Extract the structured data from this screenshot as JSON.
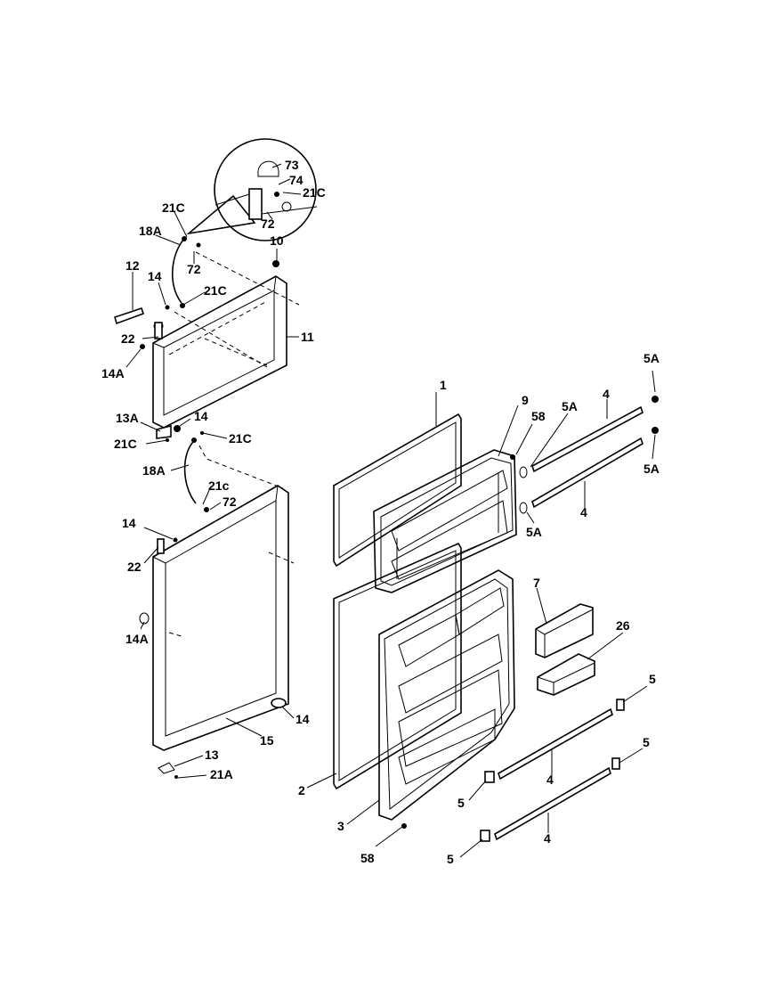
{
  "callouts": {
    "p73": "73",
    "p74": "74",
    "p21c_a": "21C",
    "p72_a": "72",
    "p21c_b": "21C",
    "p18a_a": "18A",
    "p72_b": "72",
    "p10": "10",
    "p12": "12",
    "p14_a": "14",
    "p21c_c": "21C",
    "p22_a": "22",
    "p11": "11",
    "p14a_a": "14A",
    "p13a": "13A",
    "p14_b": "14",
    "p21c_d": "21C",
    "p21c_e": "21C",
    "p18a_b": "18A",
    "p21c_lower": "21c",
    "p72_c": "72",
    "p14_c": "14",
    "p22_b": "22",
    "p14a_b": "14A",
    "p14_d": "14",
    "p15": "15",
    "p13": "13",
    "p21a": "21A",
    "p1": "1",
    "p9": "9",
    "p58_a": "58",
    "p5a_a": "5A",
    "p4_a": "4",
    "p5a_b": "5A",
    "p5a_c": "5A",
    "p4_b": "4",
    "p5a_d": "5A",
    "p7": "7",
    "p26": "26",
    "p5_a": "5",
    "p5_b": "5",
    "p4_c": "4",
    "p5_c": "5",
    "p2": "2",
    "p3": "3",
    "p4_d": "4",
    "p5_d": "5",
    "p58_b": "58"
  }
}
